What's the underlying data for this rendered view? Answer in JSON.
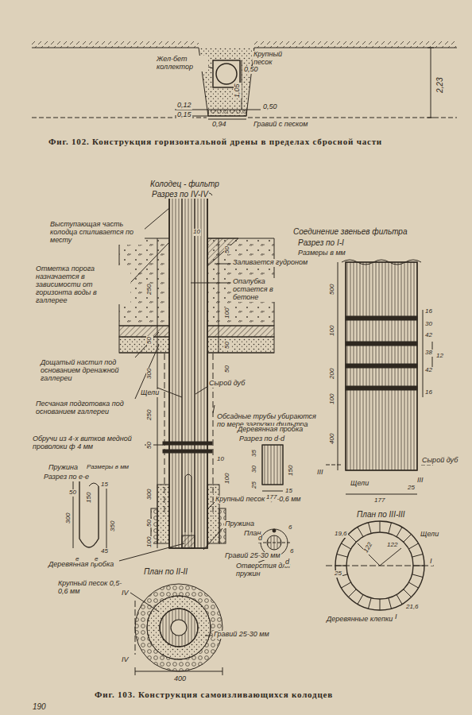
{
  "diagram": {
    "labels": [
      "Жел-бет коллектор",
      "Крупный песок",
      "0,50",
      "1,05",
      "2,23",
      "0,12",
      "0,15",
      "0,50",
      "0,94",
      "Гравий с песком",
      "Фиг. 102. Конструкция горизонтальной дрены в пределах сбросной части",
      "Колодец - фильтр",
      "Разрез по IV-IV",
      "Выступающая часть колодца спиливается по месту",
      "Отметка порога назначается в зависимости от горизонта воды в галлерее",
      "Заливается гудроном",
      "Опалубка остается в бетоне",
      "Дощатый настил под основанием дренажной галлереи",
      "Сырой дуб",
      "Щели",
      "Песчаная подготовка под основанием галлереи",
      "Обсадные трубы убираются по мере загрузки фильтра",
      "Обручи из 4-х витков медной проволоки ф 4 мм",
      "Деревянная пробка",
      "Разрез по d-d",
      "Пружина",
      "Разрез по е-е",
      "Размеры в мм",
      "Крупный песок 0,5-0,6 мм",
      "Пружина",
      "План",
      "Гравий 25-30 мм",
      "Деревянная пробка",
      "План по II-II",
      "Крупный песок 0,5-0,6 мм",
      "Гравий 25-30 мм",
      "IV",
      "IV",
      "400",
      "Отверстия для пружин",
      "Деревянные клепки",
      "d",
      "d",
      "6",
      "6",
      "10",
      "250",
      "50",
      "300",
      "250",
      "50",
      "50",
      "100",
      "50",
      "300",
      "50",
      "100",
      "10",
      "100",
      "50",
      "50",
      "300",
      "150",
      "350",
      "15",
      "45",
      "e",
      "e",
      "35",
      "30",
      "25",
      "150",
      "15",
      "177",
      "Соединение звеньев фильтра",
      "Разрез по I-I",
      "Размеры в мм",
      "500",
      "100",
      "200",
      "100",
      "400",
      "16",
      "30",
      "42",
      "38",
      "42",
      "16",
      "12",
      "III",
      "III",
      "Щели",
      "Сырой дуб",
      "25",
      "177",
      "План по III-III",
      "19,6",
      "122",
      "122",
      "25",
      "Щели",
      "I",
      "I",
      "21,6",
      "Фиг. 103. Конструкция самоизливающихся колодцев",
      "190"
    ]
  }
}
